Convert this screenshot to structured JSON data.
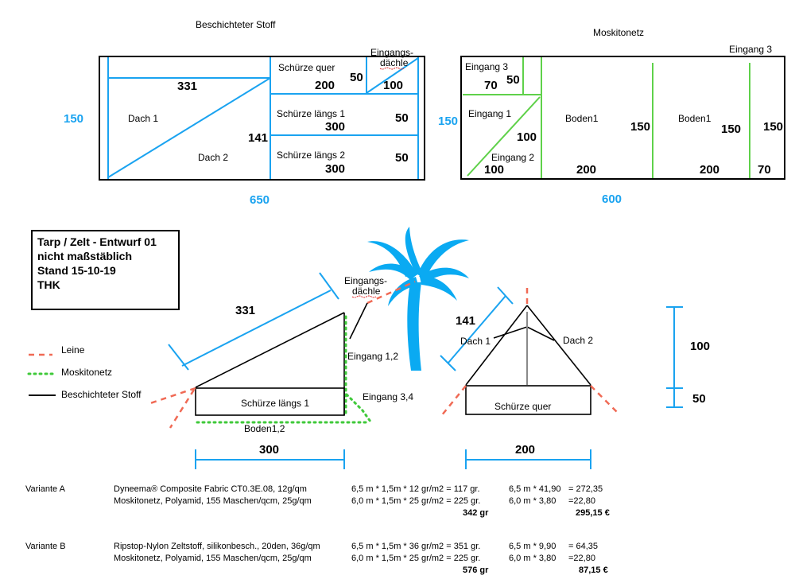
{
  "top_left": {
    "heading": "Beschichteter Stoff",
    "width_label": "650",
    "height_label": "150",
    "dach1": "Dach 1",
    "dach2": "Dach 2",
    "n331": "331",
    "n141": "141",
    "schuerze_quer": "Schürze quer",
    "n200": "200",
    "n50a": "50",
    "eingangs": "Eingangs-",
    "daechle": "dächle",
    "n100": "100",
    "schuerze_laengs1": "Schürze längs 1",
    "n300a": "300",
    "n50b": "50",
    "schuerze_laengs2": "Schürze längs 2",
    "n300b": "300",
    "n50c": "50"
  },
  "top_right": {
    "heading": "Moskitonetz",
    "eingang3_top": "Eingang 3",
    "width_label": "600",
    "height_label": "150",
    "eingang3": "Eingang 3",
    "n70a": "70",
    "n50": "50",
    "eingang1": "Eingang 1",
    "n100a": "100",
    "eingang2": "Eingang 2",
    "n100b": "100",
    "boden1a": "Boden1",
    "n150a": "150",
    "n200a": "200",
    "boden1b": "Boden1",
    "n150b": "150",
    "n150c": "150",
    "n200b": "200",
    "n70b": "70"
  },
  "title_box": [
    "Tarp / Zelt - Entwurf 01",
    "nicht maßstäblich",
    "Stand 15-10-19",
    "THK"
  ],
  "legend": [
    {
      "label": "Leine",
      "color": "#f06a55"
    },
    {
      "label": "Moskitonetz",
      "color": "#3fc93a"
    },
    {
      "label": "Beschichteter Stoff",
      "color": "#000000"
    }
  ],
  "side_view": {
    "n331": "331",
    "eingangs": "Eingangs-",
    "daechle": "dächle",
    "eingang12": "Eingang 1,2",
    "schuerze_laengs1": "Schürze längs 1",
    "eingang34": "Eingang 3,4",
    "boden12": "Boden1,2",
    "n300": "300"
  },
  "front_view": {
    "n141": "141",
    "dach1": "Dach 1",
    "dach2": "Dach 2",
    "schuerze_quer": "Schürze quer",
    "n200": "200",
    "n100": "100",
    "n50": "50"
  },
  "table": {
    "a": {
      "label": "Variante A",
      "mat1": "Dyneema® Composite Fabric CT0.3E.08, 12g/qm",
      "mat2": "Moskitonetz, Polyamid, 155 Maschen/qcm, 25g/qm",
      "w1": "6,5 m * 1,5m * 12 gr/m2 = 117 gr.",
      "w2": "6,0 m * 1,5m * 25 gr/m2 = 225 gr.",
      "wsum": "342 gr",
      "c1a": "6,5 m * 41,90",
      "c1b": "= 272,35",
      "c2a": "6,0 m * 3,80",
      "c2b": "=22,80",
      "csum": "295,15 €"
    },
    "b": {
      "label": "Variante B",
      "mat1": "Ripstop-Nylon Zeltstoff, silikonbesch., 20den, 36g/qm",
      "mat2": "Moskitonetz, Polyamid, 155 Maschen/qcm, 25g/qm",
      "w1": "6,5 m * 1,5m * 36 gr/m2 = 351 gr.",
      "w2": "6,0 m * 1,5m * 25 gr/m2 = 225 gr.",
      "wsum": "576 gr",
      "c1a": "6,5 m * 9,90",
      "c1b": "= 64,35",
      "c2a": "6,0 m * 3,80",
      "c2b": "=22,80",
      "csum": "87,15 €"
    }
  }
}
